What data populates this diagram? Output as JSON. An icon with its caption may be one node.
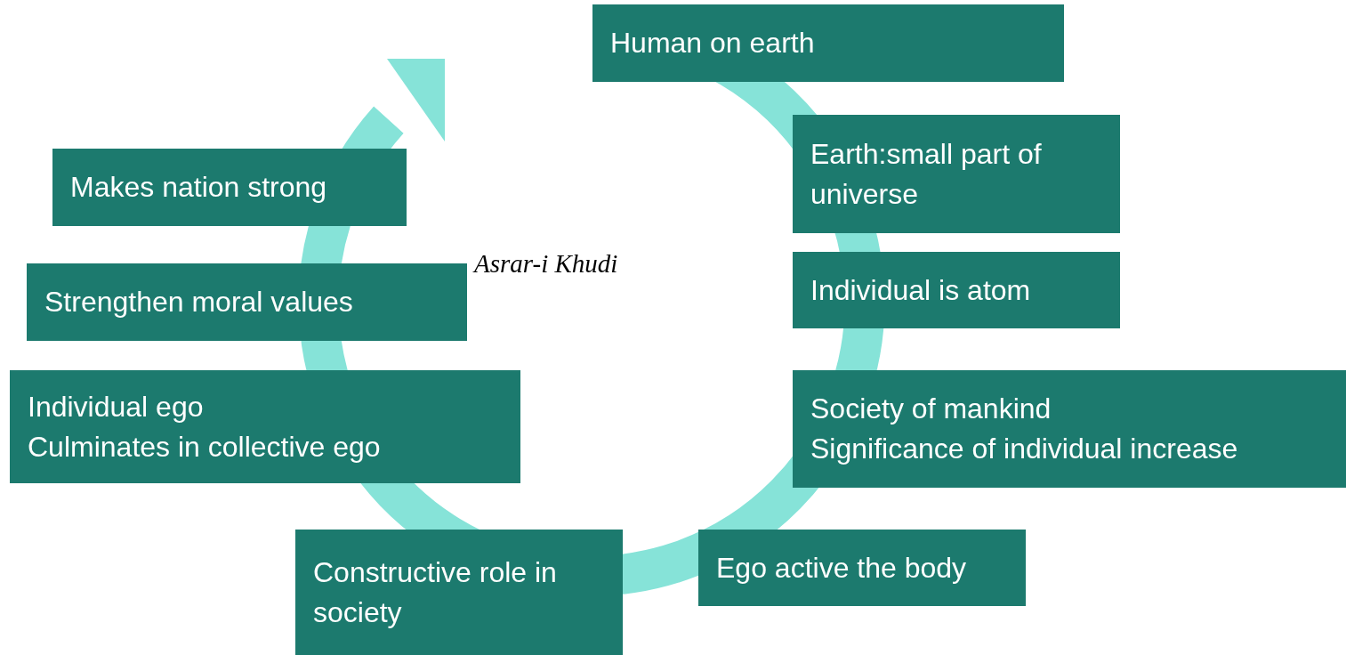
{
  "diagram": {
    "nodes": [
      {
        "text": [
          "Human on earth"
        ]
      },
      {
        "text": [
          "Earth:small part of universe"
        ]
      },
      {
        "text": [
          "Individual is atom"
        ]
      },
      {
        "text": [
          "Society of mankind",
          "Significance of individual increase"
        ]
      },
      {
        "text": [
          "Ego active the body"
        ]
      },
      {
        "text": [
          "Constructive role in society"
        ]
      },
      {
        "text": [
          "Individual ego",
          "Culminates in collective ego"
        ]
      },
      {
        "text": [
          "Strengthen moral values"
        ]
      },
      {
        "text": [
          "Makes nation strong"
        ]
      }
    ],
    "labels": [
      "Asrar-i Khudi"
    ]
  }
}
